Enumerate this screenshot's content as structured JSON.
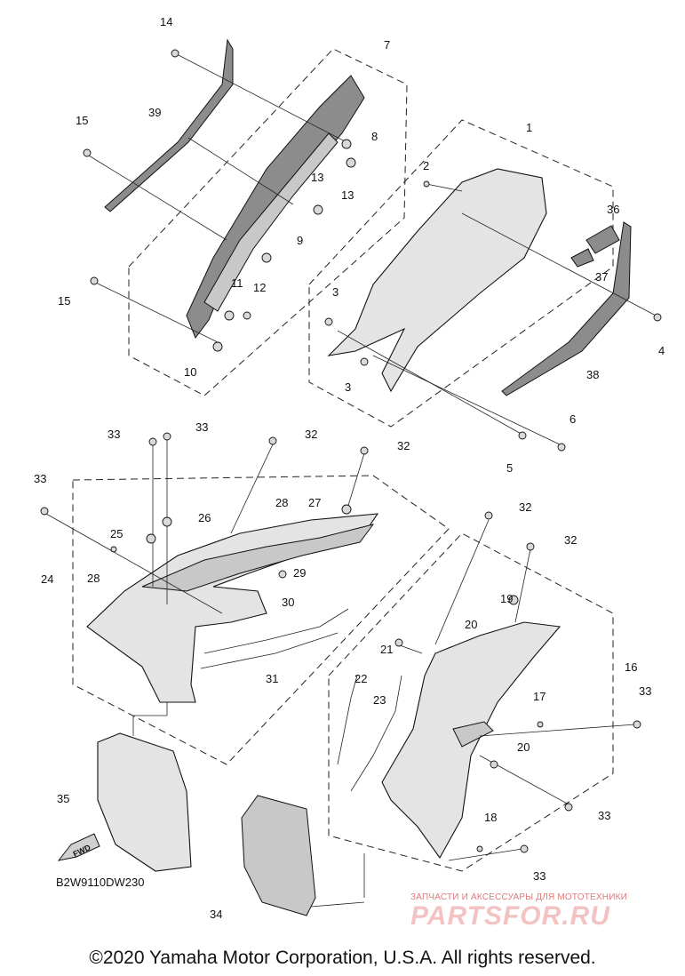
{
  "callouts": {
    "c1": "1",
    "c2": "2",
    "c3a": "3",
    "c3b": "3",
    "c4": "4",
    "c5": "5",
    "c6": "6",
    "c7": "7",
    "c8": "8",
    "c9": "9",
    "c10": "10",
    "c11": "11",
    "c12": "12",
    "c13a": "13",
    "c13b": "13",
    "c14": "14",
    "c15a": "15",
    "c15b": "15",
    "c16": "16",
    "c17": "17",
    "c18": "18",
    "c19": "19",
    "c20a": "20",
    "c20b": "20",
    "c21": "21",
    "c22": "22",
    "c23": "23",
    "c24": "24",
    "c25": "25",
    "c26": "26",
    "c27": "27",
    "c28a": "28",
    "c28b": "28",
    "c29": "29",
    "c30": "30",
    "c31": "31",
    "c32a": "32",
    "c32b": "32",
    "c32c": "32",
    "c32d": "32",
    "c33a": "33",
    "c33b": "33",
    "c33c": "33",
    "c33d": "33",
    "c33e": "33",
    "c33f": "33",
    "c34": "34",
    "c35": "35",
    "c36": "36",
    "c37": "37",
    "c38": "38",
    "c39": "39"
  },
  "fwd_label": "FWD",
  "drawing_code": "B2W9110DW230",
  "copyright": "©2020 Yamaha Motor Corporation, U.S.A. All rights reserved.",
  "watermark": {
    "tagline": "ЗАПЧАСТИ И АКСЕССУАРЫ ДЛЯ МОТОТЕХНИКИ",
    "logo": "PARTSFOR.RU"
  }
}
